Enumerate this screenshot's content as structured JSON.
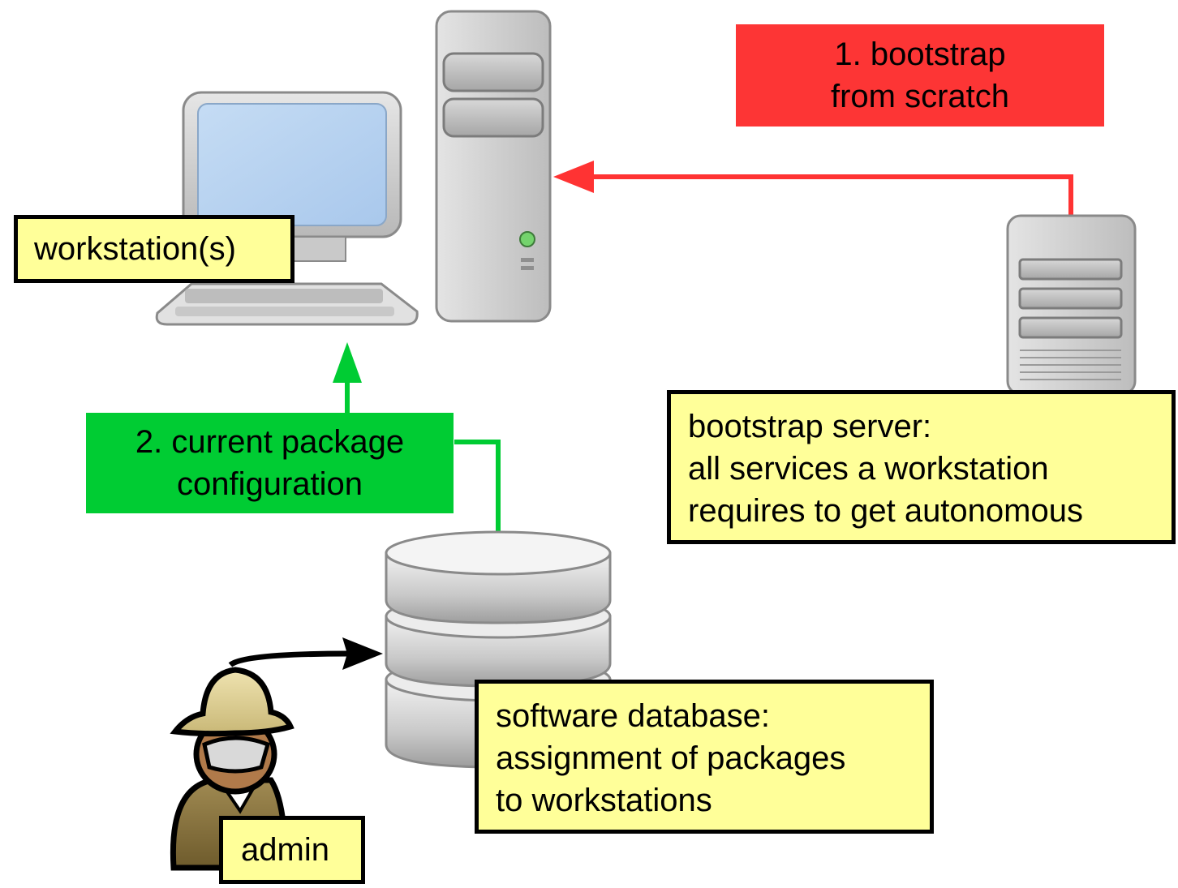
{
  "labels": {
    "workstation": "workstation(s)",
    "bootstrap_server": [
      "bootstrap server:",
      "all services a workstation",
      "requires to get autonomous"
    ],
    "software_database": [
      "software database:",
      "assignment of packages",
      "to workstations"
    ],
    "admin": "admin",
    "step1": [
      "1. bootstrap",
      "from scratch"
    ],
    "step2": [
      "2. current package",
      "configuration"
    ]
  },
  "icons": [
    "workstation-monitor-icon",
    "workstation-tower-icon",
    "bootstrap-server-icon",
    "database-icon",
    "admin-user-icon"
  ],
  "colors": {
    "step1_fill": "#fd3535",
    "step1_arrow": "#ff3333",
    "step2_fill": "#00cc33",
    "step2_arrow": "#00cc33",
    "label_fill": "#ffff99",
    "label_border": "#000000"
  }
}
